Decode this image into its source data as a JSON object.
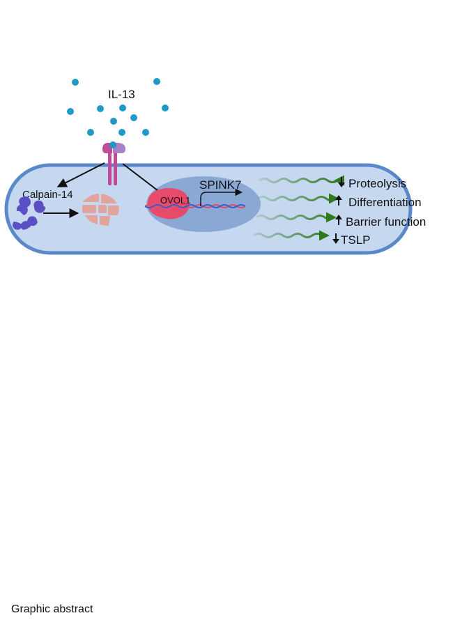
{
  "diagram": {
    "ligand_label": "IL-13",
    "calpain_label": "Calpain-14",
    "ovol1_label": "OVOL1",
    "spink7_label": "SPINK7",
    "outcomes": [
      {
        "direction": "down",
        "label": "Proteolysis"
      },
      {
        "direction": "up",
        "label": "Differentiation"
      },
      {
        "direction": "up",
        "label": "Barrier function"
      },
      {
        "direction": "down",
        "label": "TSLP"
      }
    ],
    "colors": {
      "cell_fill": "#c6d8ef",
      "cell_border": "#5b88c9",
      "nucleus": "#8aa8d4",
      "ligand_dot": "#1e9ac4",
      "receptor": "#c24a9a",
      "calpain": "#5b4fc4",
      "degraded_protein": "#e2a59e",
      "ovol1": "#e84a6a",
      "wave_arrow": "#2f7a1f",
      "arrow": "#111111"
    }
  },
  "caption": "Graphic abstract"
}
